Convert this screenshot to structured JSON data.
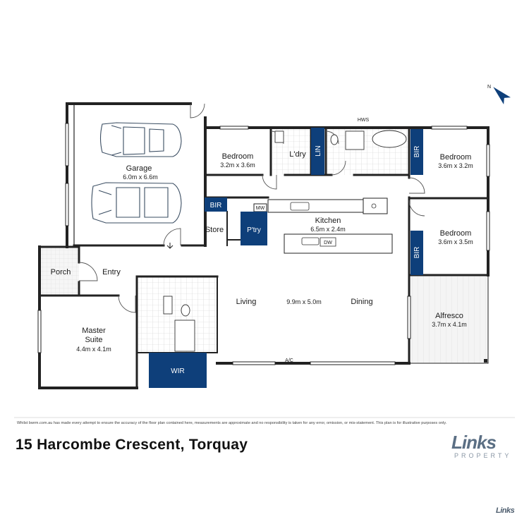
{
  "plan": {
    "rooms": {
      "garage": {
        "name": "Garage",
        "dims": "6.0m x 6.6m"
      },
      "bedroom_1": {
        "name": "Bedroom",
        "dims": "3.2m x 3.6m"
      },
      "laundry": {
        "name": "L'dry"
      },
      "bedroom_2": {
        "name": "Bedroom",
        "dims": "3.6m x 3.2m"
      },
      "kitchen": {
        "name": "Kitchen",
        "dims": "6.5m x 2.4m"
      },
      "bedroom_3": {
        "name": "Bedroom",
        "dims": "3.6m x 3.5m"
      },
      "store": {
        "name": "Store"
      },
      "pantry": {
        "name": "P'try"
      },
      "porch": {
        "name": "Porch"
      },
      "entry": {
        "name": "Entry"
      },
      "living": {
        "name": "Living"
      },
      "living_dims": {
        "dims": "9.9m x 5.0m"
      },
      "dining": {
        "name": "Dining"
      },
      "alfresco": {
        "name": "Alfresco",
        "dims": "3.7m x 4.1m"
      },
      "master": {
        "name_line1": "Master",
        "name_line2": "Suite",
        "dims": "4.4m x 4.1m"
      },
      "wir": {
        "name": "WIR"
      }
    },
    "fixtures": {
      "hws": "HWS",
      "lin": "LIN",
      "bir_1": "BIR",
      "bir_2": "BIR",
      "bir_3": "BIR",
      "mw": "MW",
      "dw": "DW",
      "ac": "A/C"
    },
    "colors": {
      "wall": "#222222",
      "accent": "#0e3f7a",
      "hatch": "#d9d9d9"
    }
  },
  "compass": {
    "label": "N"
  },
  "footer": {
    "disclaimer": "Whilst bwrm.com.au has made every attempt to ensure the accuracy of the floor plan contained here, measurements are approximate and no responsibility is taken for any error, omission, or mis-statement. This plan is for illustrative purposes only.",
    "address": "15 Harcombe Crescent, Torquay",
    "brand_name": "Links",
    "brand_sub": "PROPERTY",
    "brand_small": "Links"
  }
}
